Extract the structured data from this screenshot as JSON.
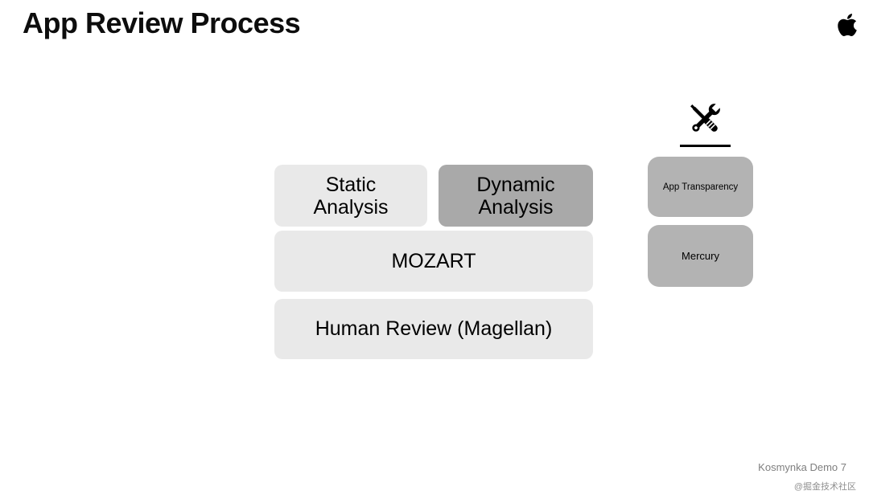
{
  "title": "App Review Process",
  "brand": {
    "logo": "apple-logo"
  },
  "diagram": {
    "main_boxes": [
      {
        "name": "static-analysis",
        "line1": "Static",
        "line2": "Analysis",
        "variant": "light"
      },
      {
        "name": "dynamic-analysis",
        "line1": "Dynamic",
        "line2": "Analysis",
        "variant": "dark"
      },
      {
        "name": "mozart",
        "label": "MOZART",
        "variant": "light"
      },
      {
        "name": "human-review",
        "label": "Human Review (Magellan)",
        "variant": "light"
      }
    ],
    "side_panel": {
      "icon": "tools-icon",
      "boxes": [
        {
          "name": "app-transparency",
          "label": "App Transparency",
          "variant": "side"
        },
        {
          "name": "mercury",
          "label": "Mercury",
          "variant": "side"
        }
      ]
    }
  },
  "footer": {
    "credit": "Kosmynka Demo 7",
    "watermark": "@掘金技术社区"
  },
  "colors": {
    "background": "#ffffff",
    "title_text": "#0d0d0d",
    "box_light": "#e9e9e9",
    "box_dark": "#a9a9a9",
    "box_side": "#b3b3b3",
    "box_text": "#000000",
    "credit_text": "#7f7f7f",
    "watermark_text": "#8f8f8f"
  }
}
